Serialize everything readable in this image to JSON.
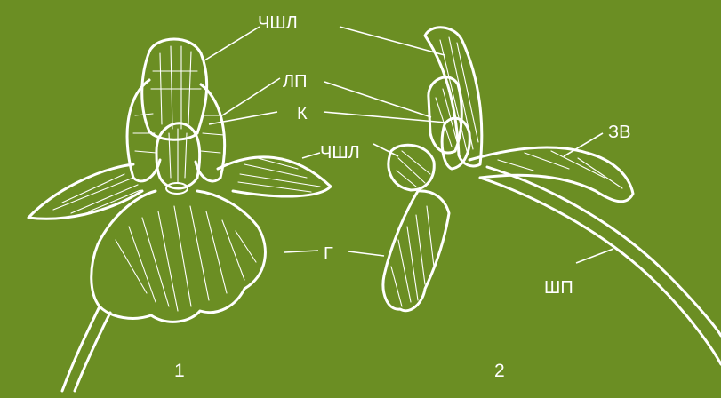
{
  "background_color": "#6b8e23",
  "line_color": "#ffffff",
  "labels": {
    "sepal_top": "ЧШЛ",
    "petal_side": "ЛП",
    "column": "К",
    "sepal_side": "ЧШЛ",
    "lip": "Г",
    "spur": "ЗВ",
    "stalk": "ШП"
  },
  "figures": {
    "front_view": "1",
    "side_view": "2"
  }
}
